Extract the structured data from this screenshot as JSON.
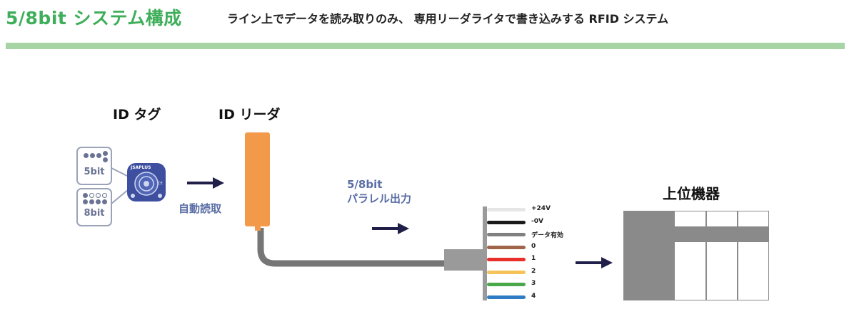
{
  "header": {
    "title": "5/8bit システム構成",
    "subtitle": "ライン上でデータを読み取りのみ、 専用リーダライタで書き込みする RFID システム"
  },
  "tag": {
    "heading": "ID タグ",
    "bit5": "5bit",
    "bit8": "8bit",
    "brand": "JSAPLUS",
    "mark": "CE"
  },
  "reader": {
    "heading": "ID リーダ",
    "read_label": "自動読取"
  },
  "output": {
    "line1": "5/8bit",
    "line2": "パラレル出力"
  },
  "wires": [
    {
      "label": "+24V",
      "color": "#e6e6e6"
    },
    {
      "label": "-0V",
      "color": "#1a1a1a"
    },
    {
      "label": "データ有効",
      "color": "#808080"
    },
    {
      "label": "0",
      "color": "#a0644a"
    },
    {
      "label": "1",
      "color": "#e8302a"
    },
    {
      "label": "2",
      "color": "#f5c35a"
    },
    {
      "label": "3",
      "color": "#48a84a"
    },
    {
      "label": "4",
      "color": "#2e7cc4"
    }
  ],
  "host": {
    "heading": "上位機器"
  },
  "colors": {
    "accent_green": "#3fae5a",
    "reader_orange": "#f39a4a",
    "arrow_navy": "#1f1f4a"
  }
}
